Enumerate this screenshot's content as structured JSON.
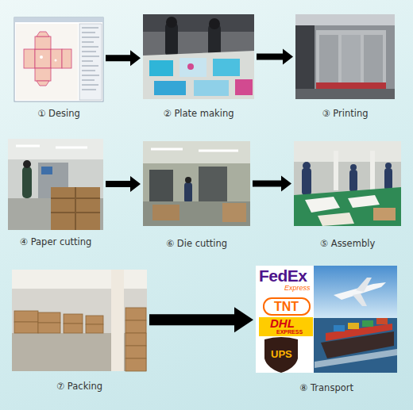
{
  "diagram": {
    "nodes": [
      {
        "text": [
          "① Desing"
        ]
      },
      {
        "text": [
          "② Plate making"
        ]
      },
      {
        "text": [
          "③ Printing"
        ]
      },
      {
        "text": [
          "④ Paper cutting"
        ]
      },
      {
        "text": [
          "⑥ Die cutting"
        ]
      },
      {
        "text": [
          "⑤ Assembly"
        ]
      },
      {
        "text": [
          "⑦ Packing"
        ]
      },
      {
        "text": [
          "⑧ Transport"
        ]
      }
    ],
    "edges": [
      {
        "from": 0,
        "to": 1,
        "arrow": "to"
      },
      {
        "from": 1,
        "to": 2,
        "arrow": "to"
      },
      {
        "from": 3,
        "to": 4,
        "arrow": "to"
      },
      {
        "from": 4,
        "to": 5,
        "arrow": "to"
      },
      {
        "from": 6,
        "to": 7,
        "arrow": "to"
      }
    ],
    "labels": [
      "FedEx",
      "Express",
      "TNT",
      "DHL",
      "EXPRESS",
      "UPS"
    ]
  }
}
